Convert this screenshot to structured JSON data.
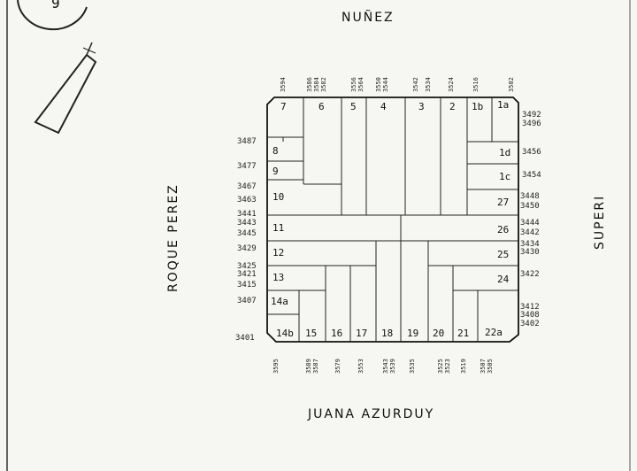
{
  "streets": {
    "north": "NUÑEZ",
    "south": "JUANA AZURDUY",
    "west": "ROQUE PEREZ",
    "east": "SUPERI"
  },
  "circle_label": "9",
  "lots": [
    "7",
    "6",
    "5",
    "4",
    "3",
    "2",
    "1b",
    "1a",
    "8",
    "1d",
    "9",
    "1c",
    "10",
    "27",
    "11",
    "26",
    "12",
    "25",
    "13",
    "24",
    "14a",
    "14b",
    "15",
    "16",
    "17",
    "18",
    "19",
    "20",
    "21",
    "22a"
  ],
  "north_numbers": [
    "3594",
    "3586",
    "3584",
    "3582",
    "3556",
    "3564",
    "3550",
    "3544",
    "3542",
    "3534",
    "3524",
    "3516",
    "3502"
  ],
  "south_numbers": [
    "3595",
    "3589",
    "3587",
    "3579",
    "3553",
    "3543",
    "3539",
    "3535",
    "3525",
    "3523",
    "3519",
    "3507",
    "3505"
  ],
  "west_numbers": [
    "3487",
    "3477",
    "3467",
    "3463",
    "3441",
    "3443",
    "3445",
    "3429",
    "3425",
    "3421",
    "3415",
    "3407",
    "3401"
  ],
  "east_numbers": [
    "3492",
    "3496",
    "3456",
    "3454",
    "3448",
    "3450",
    "3444",
    "3442",
    "3434",
    "3430",
    "3422",
    "3412",
    "3408",
    "3402"
  ]
}
